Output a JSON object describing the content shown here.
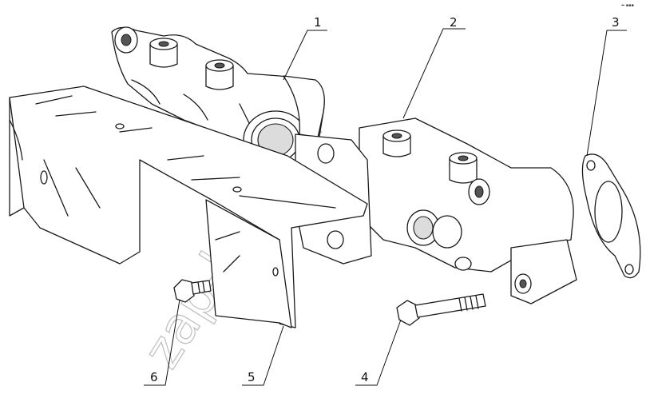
{
  "diagram": {
    "type": "exploded-parts-drawing",
    "callouts": [
      {
        "id": "1",
        "label": "1"
      },
      {
        "id": "2",
        "label": "2"
      },
      {
        "id": "3",
        "label": "3"
      },
      {
        "id": "4",
        "label": "4"
      },
      {
        "id": "5",
        "label": "5"
      },
      {
        "id": "6",
        "label": "6"
      }
    ],
    "watermark": "zap-kom.ru",
    "corner_mark": "⬅ ▪▪▪"
  }
}
